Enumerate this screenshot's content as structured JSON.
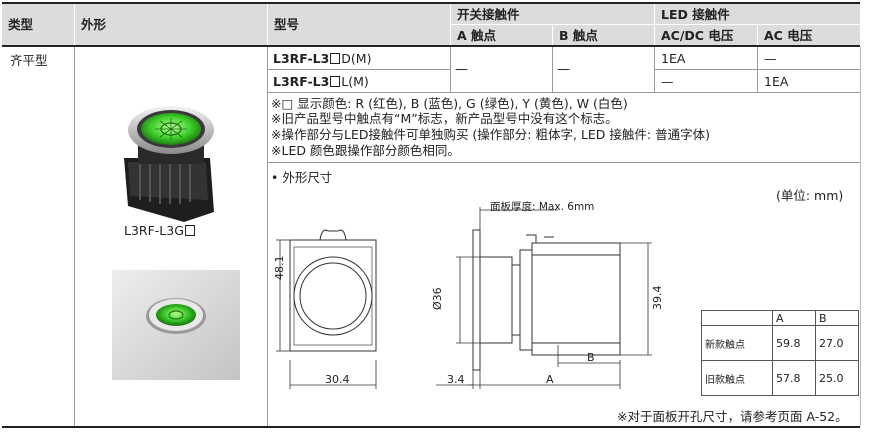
{
  "header": {
    "type": "类型",
    "appearance": "外形",
    "model": "型号",
    "switch_contact": "开关接触件",
    "a_contact": "A 触点",
    "b_contact": "B 触点",
    "led_contact": "LED 接触件",
    "acdc_voltage": "AC/DC 电压",
    "ac_voltage": "AC 电压"
  },
  "row": {
    "type": "齐平型",
    "product_label": "L3RF-L3G",
    "models": [
      {
        "bold": "L3RF-L3",
        "suffix": "D(M)",
        "a": "—",
        "b": "—",
        "acdc": "1EA",
        "ac": "—"
      },
      {
        "bold": "L3RF-L3",
        "suffix": "L(M)",
        "a": "",
        "b": "",
        "acdc": "—",
        "ac": "1EA"
      }
    ]
  },
  "notes": [
    "※□ 显示颜色: R (红色), B (蓝色), G (绿色), Y (黄色), W (白色)",
    "※旧产品型号中触点有“M”标志，新产品型号中没有这个标志。",
    "※操作部分与LED接触件可单独购买 (操作部分: 粗体字, LED 接触件: 普通字体)",
    "※LED 颜色跟操作部分颜色相同。"
  ],
  "dimensions": {
    "heading": "• 外形尺寸",
    "unit": "(单位: mm)",
    "panel_thickness": "面板厚度: Max. 6mm",
    "dim_48": "48.1",
    "dim_304": "30.4",
    "dim_36": "Ø36",
    "dim_34": "3.4",
    "dim_394": "39.4",
    "dim_A": "A",
    "dim_B": "B",
    "table": {
      "headers": [
        "",
        "A",
        "B"
      ],
      "rows": [
        {
          "label": "新款触点",
          "a": "59.8",
          "b": "27.0"
        },
        {
          "label": "旧款触点",
          "a": "57.8",
          "b": "25.0"
        }
      ]
    },
    "footnote": "※对于面板开孔尺寸，请参考页面 A-52。"
  }
}
